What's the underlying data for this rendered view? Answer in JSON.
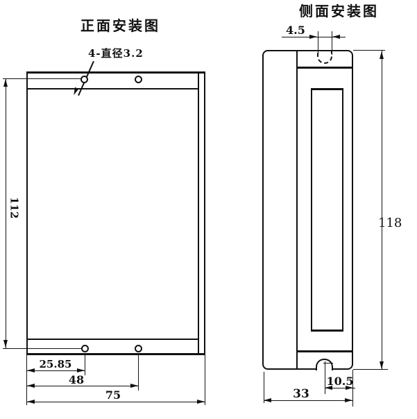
{
  "drawing": {
    "front_view": {
      "title": "正面安装图",
      "hole_label": "4-直径3.2",
      "dim_height": "112",
      "dim_hole_left": "25.85",
      "dim_hole_span": "48",
      "dim_width": "75"
    },
    "side_view": {
      "title": "侧面安装图",
      "dim_slot_width": "4.5",
      "dim_height": "118",
      "dim_width": "33",
      "dim_slot_offset": "10.5"
    },
    "colors": {
      "line": "#111111",
      "background": "#ffffff"
    }
  }
}
